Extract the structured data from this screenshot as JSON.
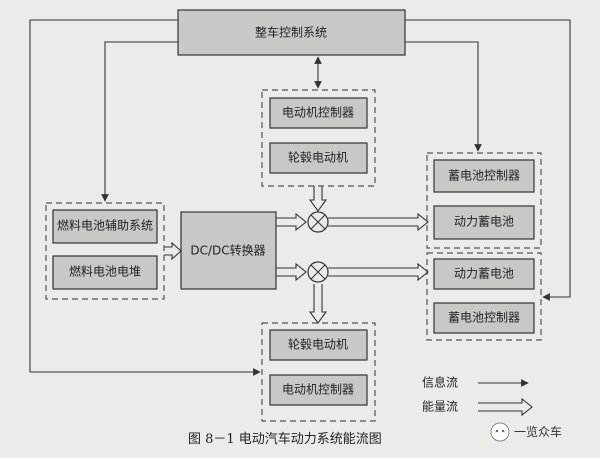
{
  "boxes": {
    "vehicle_control": "整车控制系统",
    "top_motor_controller": "电动机控制器",
    "top_hub_motor": "轮毂电动机",
    "battery_controller_top": "蓄电池控制器",
    "power_battery_top": "动力蓄电池",
    "fc_aux_system": "燃料电池辅助系统",
    "fc_stack": "燃料电池电堆",
    "dcdc": "DC/DC转换器",
    "power_battery_bottom": "动力蓄电池",
    "battery_controller_bottom": "蓄电池控制器",
    "bottom_hub_motor": "轮毂电动机",
    "bottom_motor_controller": "电动机控制器"
  },
  "legend": {
    "info_flow": "信息流",
    "energy_flow": "能量流"
  },
  "caption": "图 8－1    电动汽车动力系统能流图",
  "watermark": "一览众车"
}
